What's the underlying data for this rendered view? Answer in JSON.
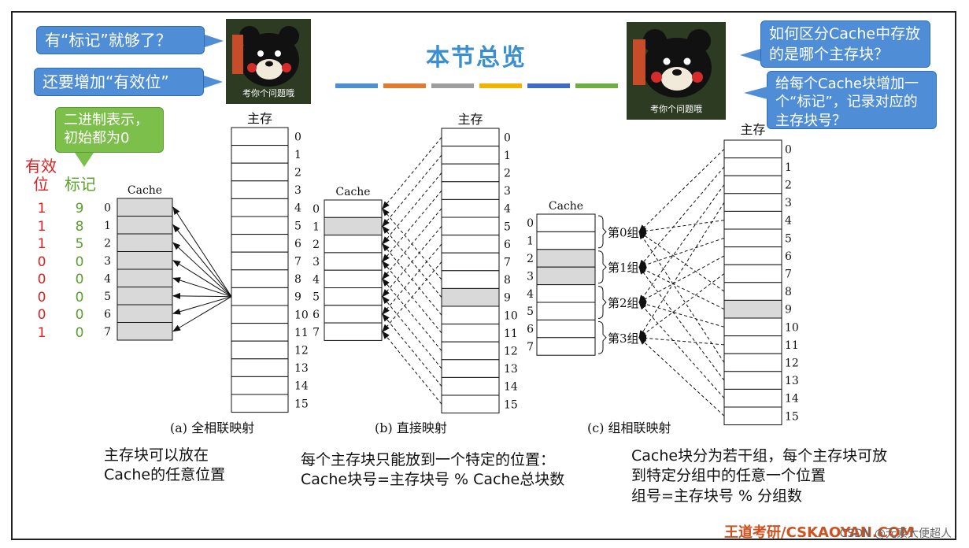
{
  "title": "本节总览",
  "stripe_colors": [
    "#4e8fd0",
    "#e07b32",
    "#9e9e9e",
    "#f2b400",
    "#3f6cc0",
    "#6fae42"
  ],
  "callouts": {
    "tag_enough": "有“标记”就够了？",
    "add_valid": "还要增加“有效位”",
    "binary": "二进制表示，初始都为0",
    "how_distinguish": "如何区分Cache中存放的是哪个主存块？",
    "add_tag": "给每个Cache块增加一个“标记”，记录对应的主存块号？"
  },
  "meme_caption": "考你个问题哦",
  "table": {
    "valid_header": "有效位",
    "tag_header": "标记",
    "valid": [
      "1",
      "1",
      "1",
      "0",
      "0",
      "0",
      "0",
      "1"
    ],
    "tag": [
      "9",
      "8",
      "5",
      "0",
      "0",
      "0",
      "0",
      "0"
    ]
  },
  "diagram_labels": {
    "main_memory": "主存",
    "cache": "Cache",
    "groups": [
      "第0组",
      "第1组",
      "第2组",
      "第3组"
    ]
  },
  "captions": {
    "a": "(a) 全相联映射",
    "b": "(b) 直接映射",
    "c": "(c) 组相联映射"
  },
  "notes": {
    "a": "主存块可以放在Cache的任意位置",
    "b_line1": "每个主存块只能放到一个特定的位置：",
    "b_line2": "Cache块号=主存块号 % Cache总块数",
    "c_line1": "Cache块分为若干组，每个主存块可放",
    "c_line2": "到特定分组中的任意一个位置",
    "c_line3": "组号=主存块号 % 分组数"
  },
  "footer": "王道考研/CSKAOYAN.COM",
  "watermark": "CSDN @元素大便超人"
}
